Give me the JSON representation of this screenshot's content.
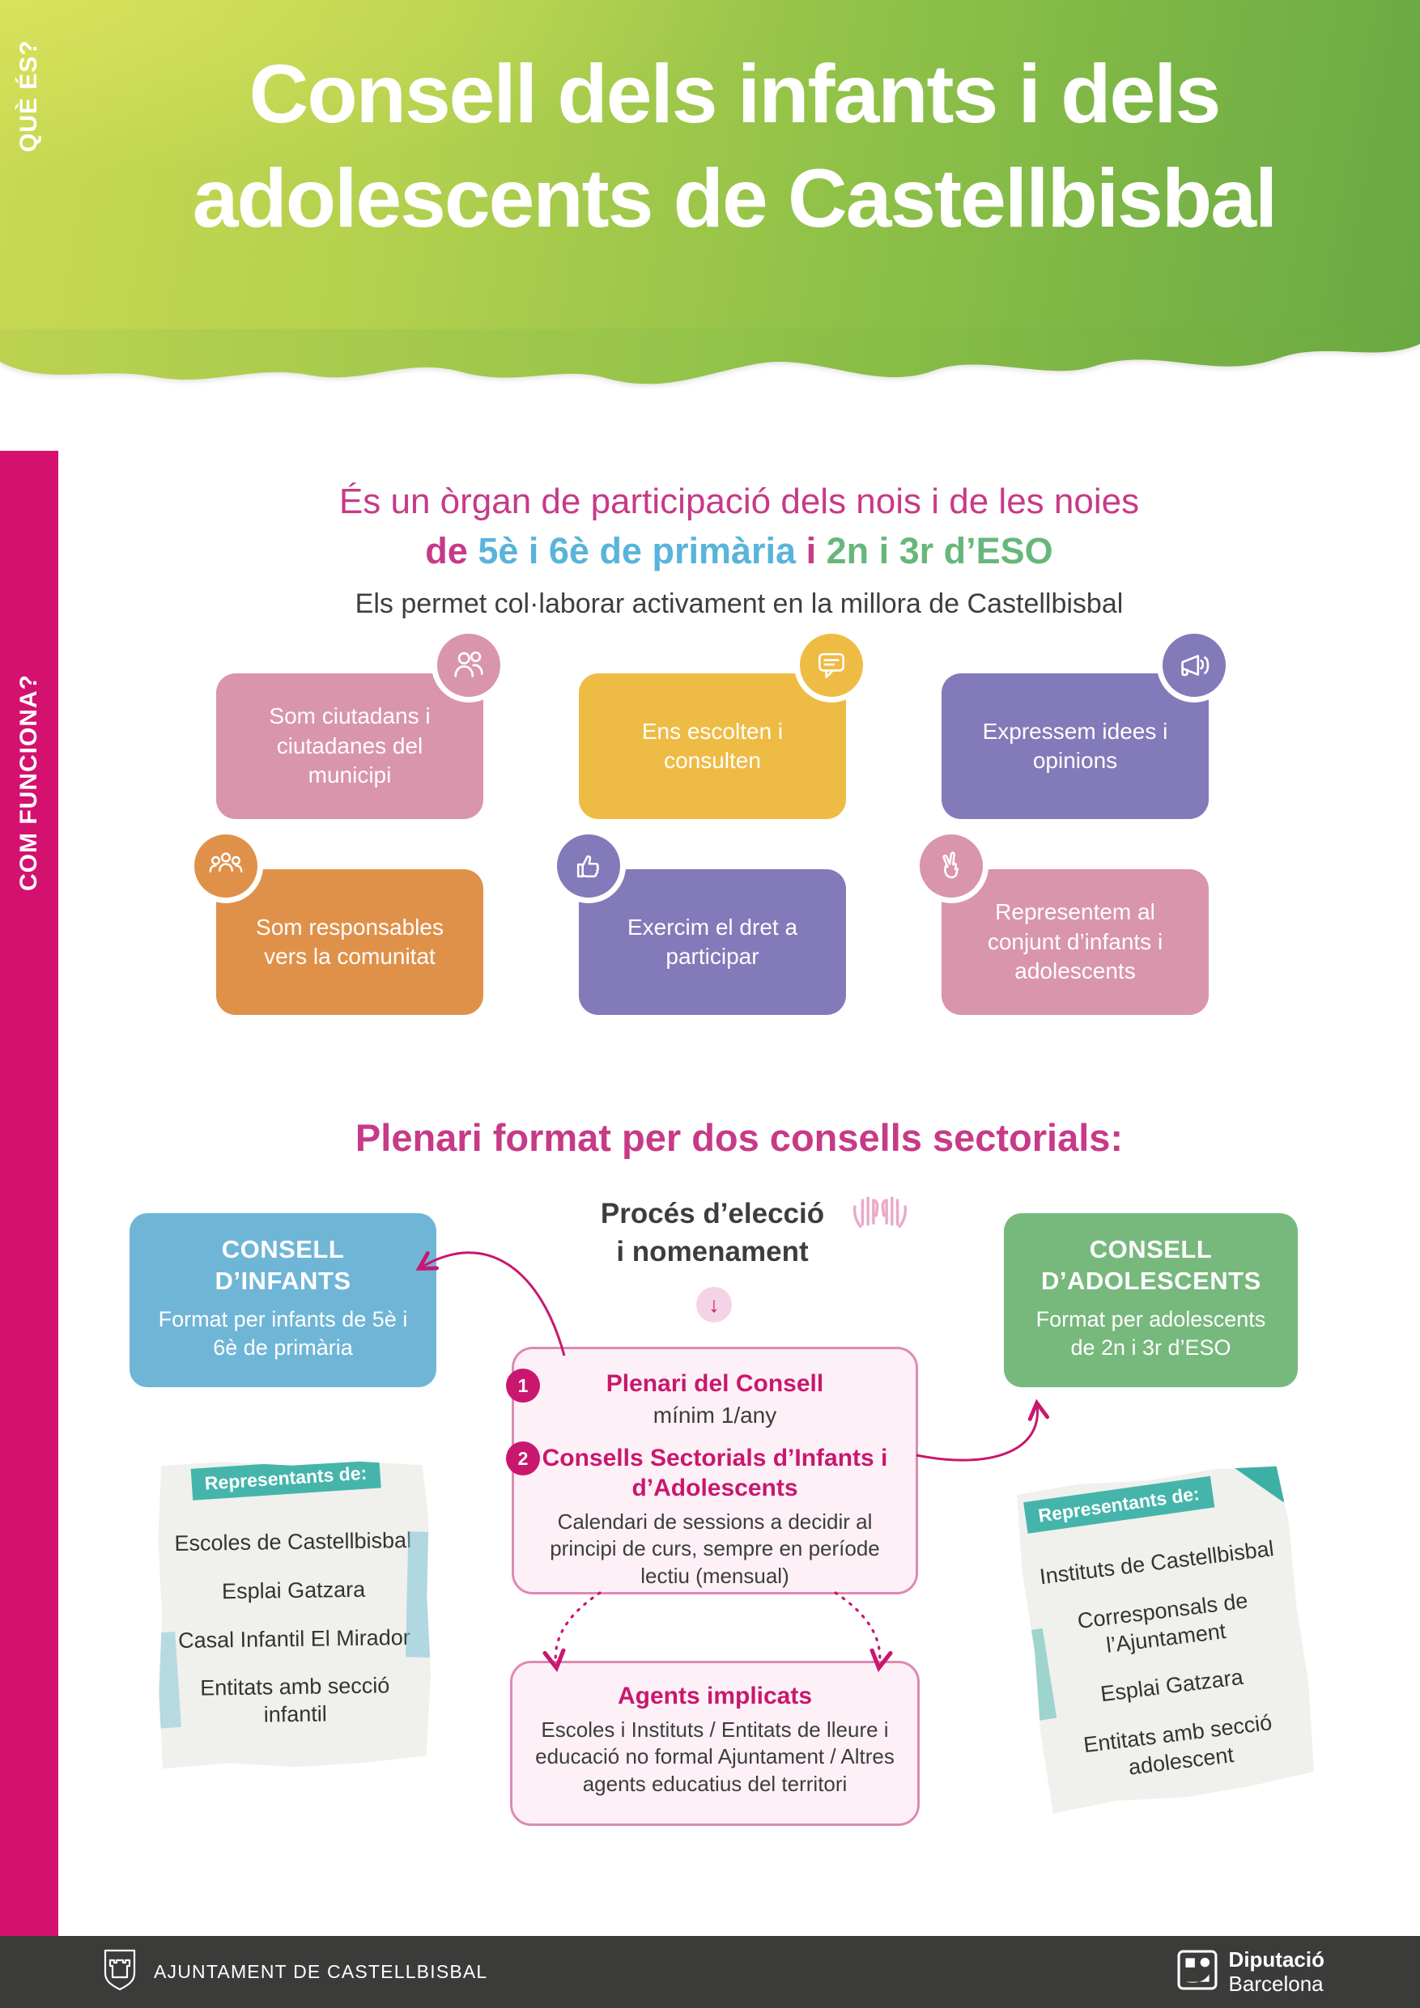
{
  "colors": {
    "header_green_light": "#c9d952",
    "header_green_dark": "#6aa941",
    "magenta_rail": "#d4116f",
    "magenta_heading": "#c73a87",
    "magenta_strong": "#c9176f",
    "blue_accent": "#58b4da",
    "green_accent": "#67b77a",
    "card_pink": "#d995ab",
    "card_yellow": "#eebb45",
    "card_purple": "#837ab9",
    "card_orange": "#df914a",
    "council_blue": "#6fb5d6",
    "council_green": "#77b87d",
    "teal_label": "#45b5ab",
    "footer_bg": "#3b3b3a"
  },
  "header": {
    "title_line1": "Consell dels infants i dels",
    "title_line2": "adolescents de Castellbisbal"
  },
  "sidebar": {
    "que_es": "QUÈ ÉS?",
    "com_funciona": "COM FUNCIONA?"
  },
  "que_es": {
    "intro_line1": "És un òrgan de participació dels nois i de les noies",
    "intro_de": "de",
    "intro_primaria": "5è i 6è de primària",
    "intro_i": "i",
    "intro_eso": "2n i 3r d’ESO",
    "intro_sub": "Els permet col·laborar activament en la millora de Castellbisbal",
    "cards": [
      {
        "text": "Som ciutadans i ciutadanes del municipi",
        "icon": "citizens-icon"
      },
      {
        "text": "Ens escolten i consulten",
        "icon": "speech-bubble-icon"
      },
      {
        "text": "Expressem idees i opinions",
        "icon": "megaphone-icon"
      },
      {
        "text": "Som responsables vers la comunitat",
        "icon": "community-icon"
      },
      {
        "text": "Exercim el dret a participar",
        "icon": "thumbs-up-icon"
      },
      {
        "text": "Representem al conjunt d’infants i adolescents",
        "icon": "peace-hand-icon"
      }
    ]
  },
  "com_funciona": {
    "heading": "Plenari format per dos consells sectorials:",
    "consell_infants": {
      "title": "CONSELL D’INFANTS",
      "subtitle": "Format per infants de 5è i 6è de primària"
    },
    "consell_adolescents": {
      "title": "CONSELL D’ADOLESCENTS",
      "subtitle": "Format per adolescents de 2n i 3r d’ESO"
    },
    "proces": {
      "line1": "Procés d’elecció",
      "line2": "i nomenament"
    },
    "plenari": {
      "num1": "1",
      "item1_title": "Plenari del Consell",
      "item1_sub": "mínim 1/any",
      "num2": "2",
      "item2_title": "Consells Sectorials d’Infants i d’Adolescents",
      "item2_body": "Calendari de sessions a decidir al principi de curs, sempre en període lectiu (mensual)"
    },
    "agents": {
      "title": "Agents implicats",
      "body": "Escoles i Instituts / Entitats de lleure i educació no formal Ajuntament / Altres agents educatius del territori"
    },
    "left_note": {
      "label": "Representants de:",
      "items": [
        "Escoles de Castellbisbal",
        "Esplai Gatzara",
        "Casal Infantil El Mirador",
        "Entitats amb secció infantil"
      ]
    },
    "right_note": {
      "label": "Representants de:",
      "items": [
        "Instituts de Castellbisbal",
        "Corresponsals de l’Ajuntament",
        "Esplai Gatzara",
        "Entitats amb secció adolescent"
      ]
    }
  },
  "icons": {
    "down_arrow": "↓"
  },
  "footer": {
    "ajuntament": "AJUNTAMENT DE CASTELLBISBAL",
    "diputacio_line1": "Diputació",
    "diputacio_line2": "Barcelona"
  }
}
